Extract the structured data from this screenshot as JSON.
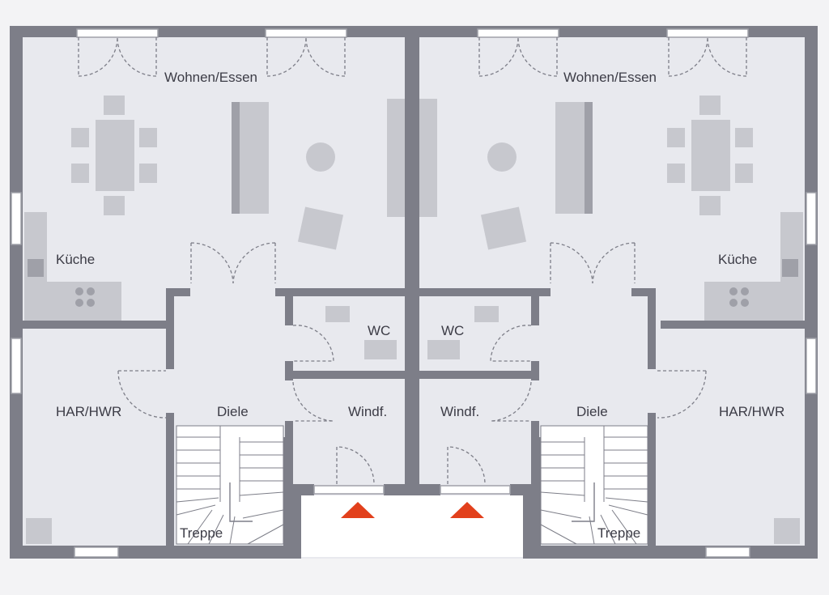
{
  "colors": {
    "floor": "#e8e9ee",
    "wall": "#7d7e88",
    "furniture": "#c7c8ce",
    "furniture_dark": "#9fa0a8",
    "door_line": "#7d7e88",
    "entrance_arrow": "#e2401c",
    "background": "#f3f3f5",
    "text": "#3c3c46"
  },
  "units": [
    {
      "id": "left",
      "rooms": {
        "living": "Wohnen/Essen",
        "kitchen": "Küche",
        "wc": "WC",
        "utility": "HAR/HWR",
        "hall": "Diele",
        "vestibule": "Windf.",
        "stairs": "Treppe"
      }
    },
    {
      "id": "right",
      "rooms": {
        "living": "Wohnen/Essen",
        "kitchen": "Küche",
        "wc": "WC",
        "utility": "HAR/HWR",
        "hall": "Diele",
        "vestibule": "Windf.",
        "stairs": "Treppe"
      }
    }
  ],
  "icons": {
    "entrance": "entrance-arrow-icon",
    "door": "door-swing-icon",
    "window": "window-icon",
    "stairs": "staircase-icon"
  }
}
